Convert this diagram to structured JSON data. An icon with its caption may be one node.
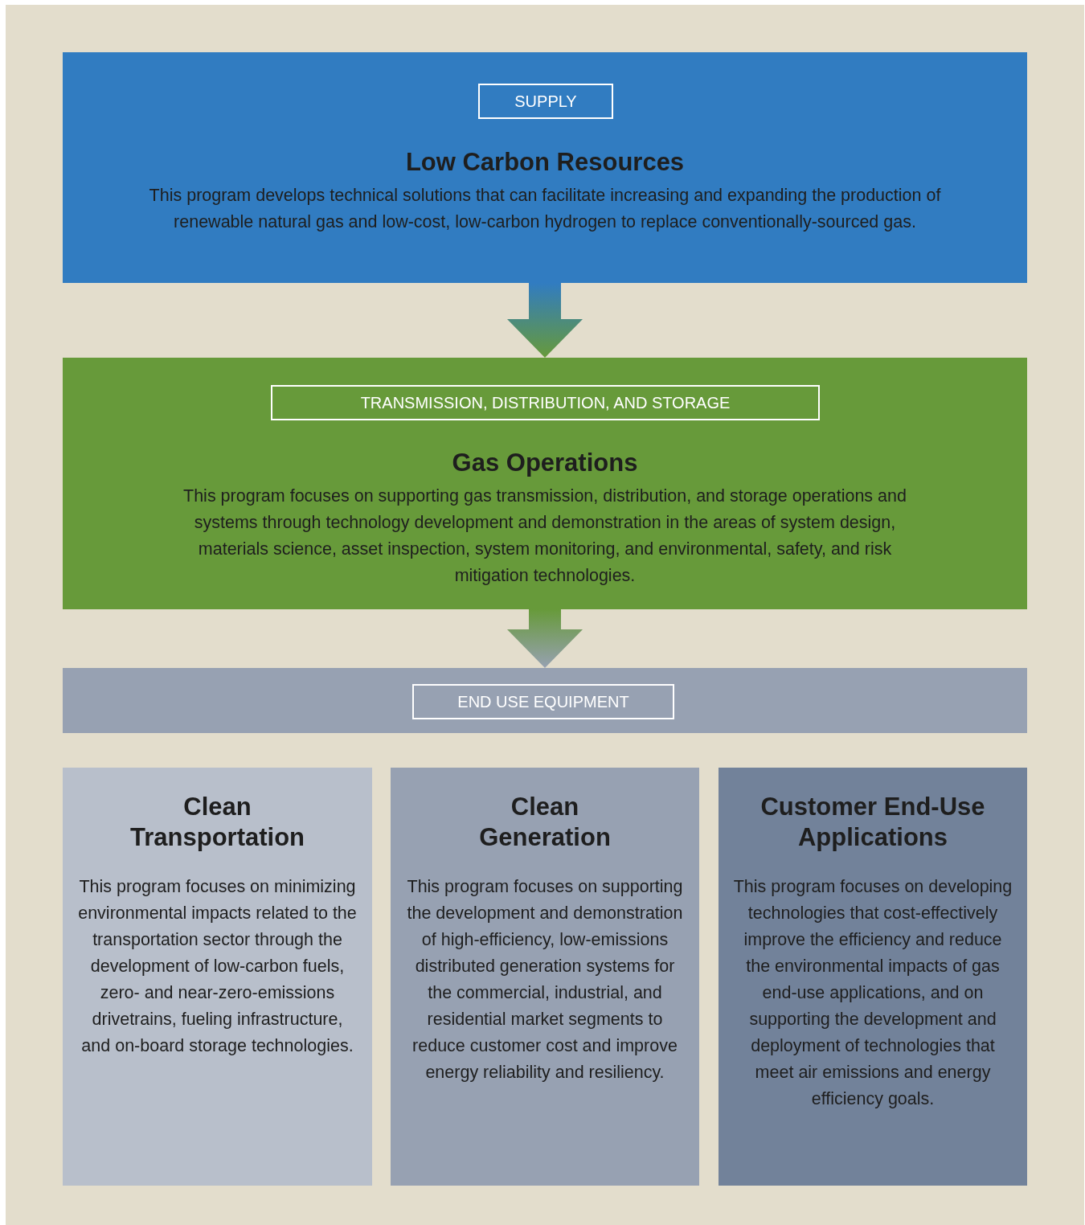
{
  "diagram": {
    "nodes": [
      {
        "text": [
          "Low Carbon Resources",
          "This program develops technical solutions that can facilitate increasing and expanding the production of renewable natural gas and low-cost, low-carbon hydrogen to replace conventionally-sourced gas."
        ]
      },
      {
        "text": [
          "SUPPLY"
        ],
        "in": 0
      },
      {
        "text": [
          "Gas Operations",
          "This program focuses on supporting gas transmission, distribution, and storage operations and systems through technology development and demonstration in the areas of system design, materials science, asset inspection, system monitoring, and environmental, safety, and risk mitigation technologies."
        ]
      },
      {
        "text": [
          "TRANSMISSION, DISTRIBUTION, AND STORAGE"
        ],
        "in": 2
      },
      {
        "text": [],
        "shape": "box"
      },
      {
        "text": [
          "END USE EQUIPMENT"
        ],
        "in": 4
      },
      {
        "text": [
          "Clean Transportation",
          "This program focuses on minimizing environmental impacts related to the transportation sector through the development of low-carbon fuels, zero- and near-zero-emissions drivetrains, fueling infrastructure, and on-board storage technologies."
        ]
      },
      {
        "text": [
          "Clean Generation",
          "This program focuses on supporting the development and demonstration of high-efficiency, low-emissions distributed generation systems for the commercial, industrial, and residential market segments to reduce customer cost and improve energy reliability and resiliency."
        ]
      },
      {
        "text": [
          "Customer End-Use Applications",
          "This program focuses on developing technologies that cost-effectively improve the efficiency and reduce the environmental impacts of gas end-use applications, and on supporting the development and deployment of technologies that meet air emissions and energy efficiency goals."
        ]
      }
    ],
    "edges": [
      {
        "from": 0,
        "to": 2,
        "arrow": "to"
      },
      {
        "from": 2,
        "to": 4,
        "arrow": "to"
      }
    ]
  }
}
